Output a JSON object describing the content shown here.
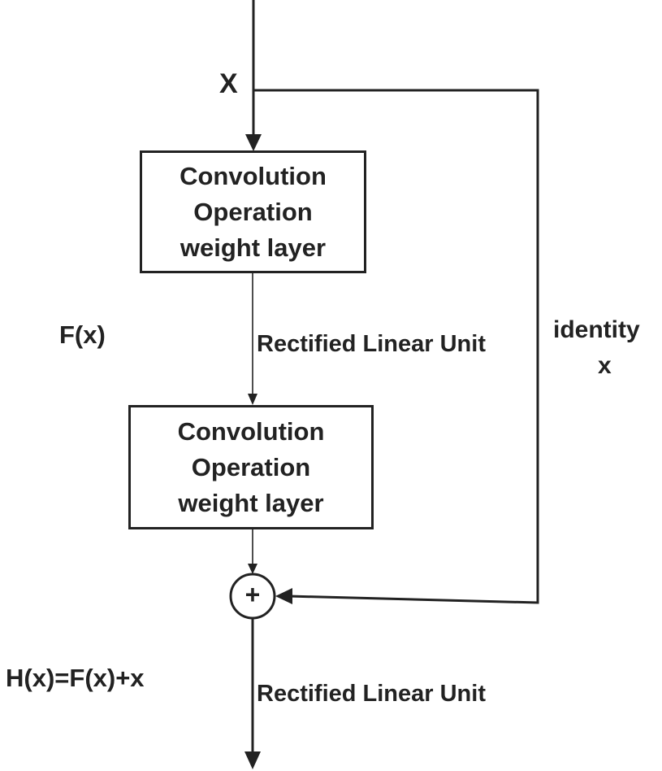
{
  "diagram": {
    "input_label": "X",
    "block1": {
      "line1": "Convolution",
      "line2": "Operation",
      "line3": "weight layer"
    },
    "block2": {
      "line1": "Convolution",
      "line2": "Operation",
      "line3": "weight layer"
    },
    "fx_label": "F(x)",
    "relu_label_1": "Rectified Linear Unit",
    "identity_label_line1": "identity",
    "identity_label_line2": "x",
    "sum_symbol": "+",
    "hx_label": "H(x)=F(x)+x",
    "relu_label_2": "Rectified Linear Unit"
  },
  "colors": {
    "stroke": "#222222",
    "background": "#ffffff"
  }
}
